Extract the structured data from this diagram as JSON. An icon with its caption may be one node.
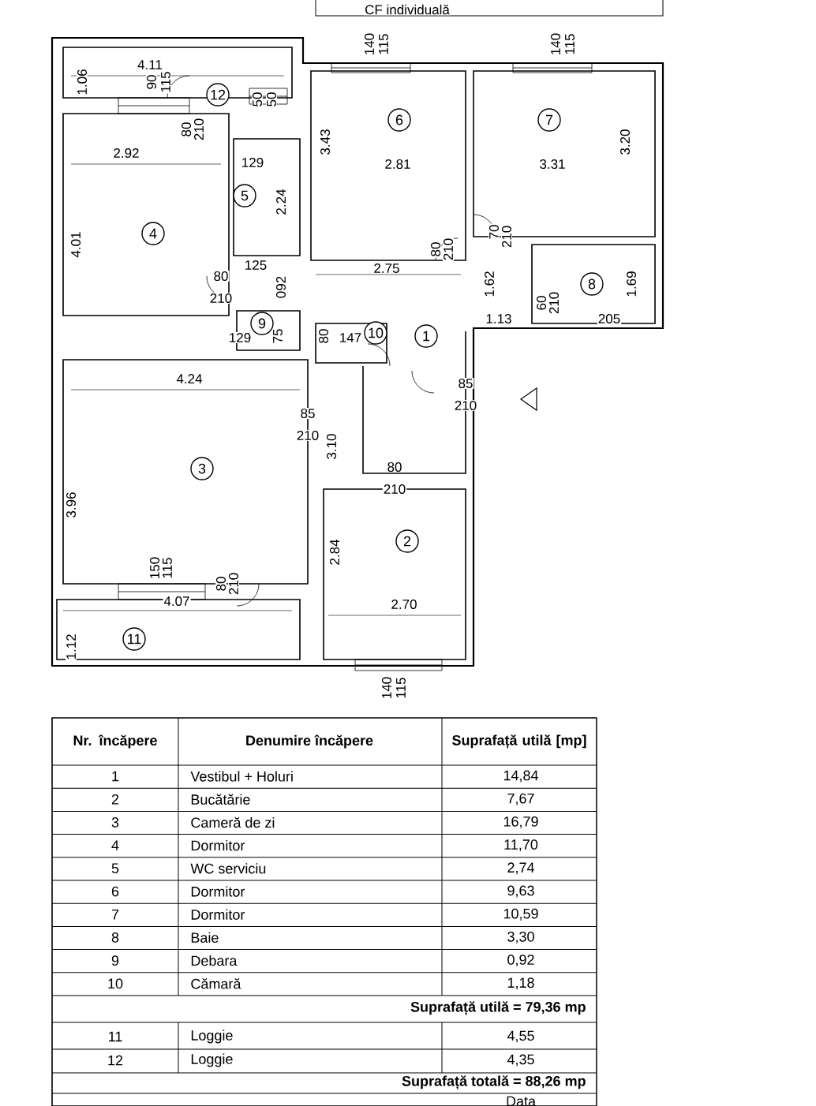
{
  "diagram": {
    "nodes": [
      {
        "text": [
          "1"
        ]
      },
      {
        "text": [
          "2"
        ]
      },
      {
        "text": [
          "3"
        ]
      },
      {
        "text": [
          "4"
        ]
      },
      {
        "text": [
          "5"
        ]
      },
      {
        "text": [
          "6"
        ]
      },
      {
        "text": [
          "7"
        ]
      },
      {
        "text": [
          "8"
        ]
      },
      {
        "text": [
          "9"
        ]
      },
      {
        "text": [
          "10"
        ]
      },
      {
        "text": [
          "11"
        ]
      },
      {
        "text": [
          "12"
        ]
      }
    ],
    "labels": [
      "CF individuală",
      "4.11",
      "1.06",
      "90",
      "115",
      "140",
      "115",
      "140",
      "115",
      "80",
      "210",
      "50",
      "50",
      "2.92",
      "129",
      "3.43",
      "2.81",
      "3.31",
      "3.20",
      "2.24",
      "4.01",
      "125",
      "80",
      "210",
      "092",
      "2.75",
      "80",
      "210",
      "70",
      "210",
      "1.62",
      "1.13",
      "60",
      "210",
      "205",
      "1.69",
      "129",
      "75",
      "80",
      "147",
      "4.24",
      "85",
      "210",
      "85",
      "210",
      "3.10",
      "80",
      "210",
      "3.96",
      "2.84",
      "150",
      "115",
      "80",
      "210",
      "4.07",
      "2.70",
      "1.12",
      "140",
      "115",
      "Nr. încăpere",
      "Denumire încăpere",
      "Suprafață utilă [mp]",
      "1",
      "Vestibul + Holuri",
      "14,84",
      "2",
      "Bucătărie",
      "7,67",
      "3",
      "Cameră de zi",
      "16,79",
      "4",
      "Dormitor",
      "11,70",
      "5",
      "WC serviciu",
      "2,74",
      "6",
      "Dormitor",
      "9,63",
      "7",
      "Dormitor",
      "10,59",
      "8",
      "Baie",
      "3,30",
      "9",
      "Debara",
      "0,92",
      "10",
      "Cămară",
      "1,18",
      "Suprafață utilă = 79,36 mp",
      "11",
      "Loggie",
      "4,55",
      "12",
      "Loggie",
      "4,35",
      "Suprafață totală = 88,26 mp",
      "Data"
    ]
  }
}
